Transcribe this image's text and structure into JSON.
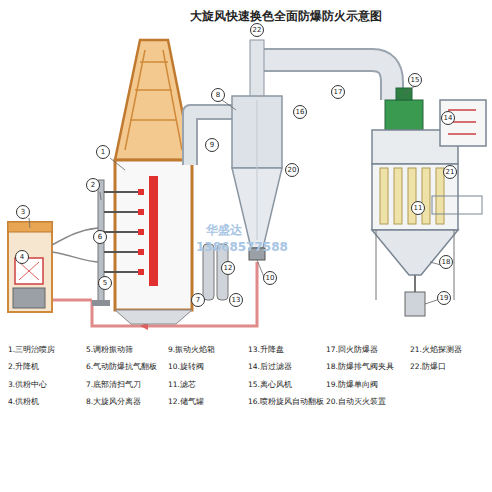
{
  "diagram": {
    "title": "大旋风快速换色全面防爆防火示意图",
    "nodes": [
      {
        "text": [
          "1"
        ]
      },
      {
        "text": [
          "2"
        ]
      },
      {
        "text": [
          "3"
        ]
      },
      {
        "text": [
          "4"
        ]
      },
      {
        "text": [
          "5"
        ]
      },
      {
        "text": [
          "6"
        ]
      },
      {
        "text": [
          "7"
        ]
      },
      {
        "text": [
          "8"
        ]
      },
      {
        "text": [
          "9"
        ]
      },
      {
        "text": [
          "10"
        ]
      },
      {
        "text": [
          "11"
        ]
      },
      {
        "text": [
          "12"
        ]
      },
      {
        "text": [
          "13"
        ]
      },
      {
        "text": [
          "14"
        ]
      },
      {
        "text": [
          "15"
        ]
      },
      {
        "text": [
          "16"
        ]
      },
      {
        "text": [
          "17"
        ]
      },
      {
        "text": [
          "18"
        ]
      },
      {
        "text": [
          "19"
        ]
      },
      {
        "text": [
          "20"
        ]
      },
      {
        "text": [
          "21"
        ]
      },
      {
        "text": [
          "22"
        ]
      }
    ],
    "labels": [
      "1.三明治喷房",
      "2.升降机",
      "3.供粉中心",
      "4.供粉机",
      "5.调粉振动筛",
      "6.气动防爆抗气翻板",
      "7.底部清扫气刀",
      "8.大旋风分离器",
      "9.振动火焰箱",
      "10.旋转阀",
      "11.滤芯",
      "12.储气罐",
      "13.升降盘",
      "14.后过滤器",
      "15.离心风机",
      "16.喷粉旋风自动翻板",
      "17.回火防爆器",
      "18.防爆排气阀夹具",
      "19.防爆单向阀",
      "20.自动灭火装置",
      "21.火焰探测器",
      "22.防爆口",
      "华盛达",
      "13868577588"
    ]
  }
}
